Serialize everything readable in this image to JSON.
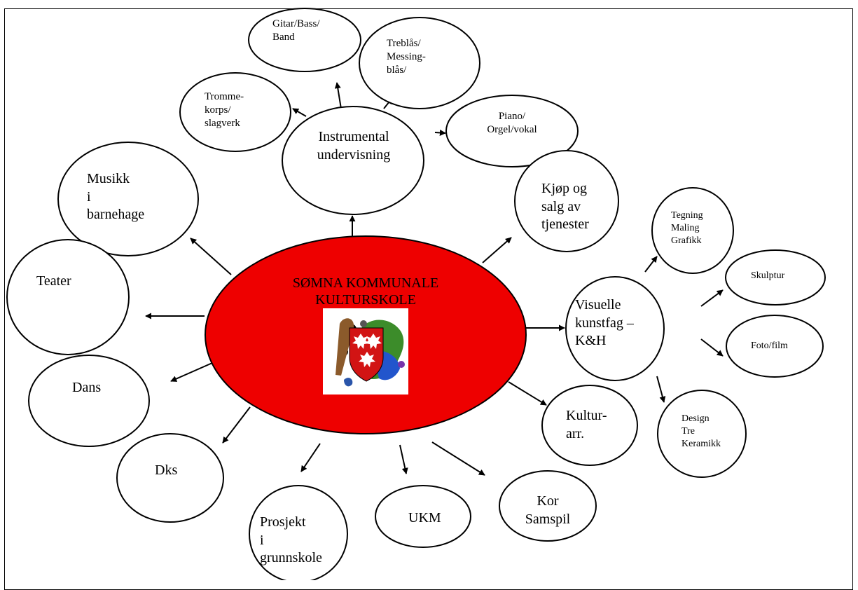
{
  "center": {
    "title": "SØMNA KOMMUNALE\nKULTURSKOLE",
    "fill_color": "#ee0000"
  },
  "nodes": {
    "instrumental": "Instrumental\nundervisning",
    "gitar": "Gitar/Bass/\nBand",
    "trebl": "Treblås/\nMessing-\nblås/",
    "tromme": "Tromme-\nkorps/\nslagverk",
    "piano": "Piano/\nOrgel/vokal",
    "musikk": "Musikk\ni\nbarnehage",
    "teater": "Teater",
    "dans": "Dans",
    "dks": "Dks",
    "prosjekt": "Prosjekt\ni\ngrunnskole",
    "ukm": "UKM",
    "kor": "Kor\nSamspil",
    "kultur": "Kultur-\narr.",
    "kjop": "Kjøp og\nsalg av\ntjenester",
    "visuelle": "Visuelle\nkunstfag –\nK&H",
    "tegning": "Tegning\nMaling\nGrafikk",
    "skulptur": "Skulptur",
    "foto": "Foto/film",
    "design": "Design\nTre\nKeramikk"
  },
  "logo": {
    "description_icon": "somna-coat-of-arms-logo"
  }
}
